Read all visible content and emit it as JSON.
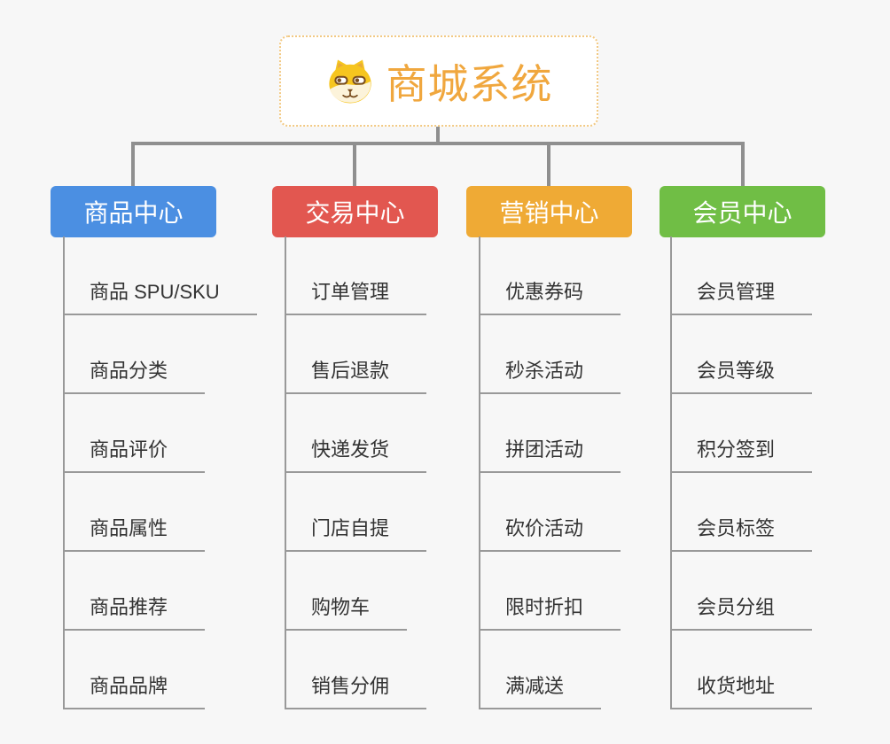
{
  "root": {
    "title": "商城系统",
    "icon": "dog-face-icon",
    "title_color": "#F0A73E",
    "border_color": "#F2C983",
    "background": "#FFFFFF"
  },
  "branches": [
    {
      "label": "商品中心",
      "color": "#4B8FE2",
      "leaves": [
        "商品 SPU/SKU",
        "商品分类",
        "商品评价",
        "商品属性",
        "商品推荐",
        "商品品牌"
      ]
    },
    {
      "label": "交易中心",
      "color": "#E25750",
      "leaves": [
        "订单管理",
        "售后退款",
        "快递发货",
        "门店自提",
        "购物车",
        "销售分佣"
      ]
    },
    {
      "label": "营销中心",
      "color": "#EFAA35",
      "leaves": [
        "优惠券码",
        "秒杀活动",
        "拼团活动",
        "砍价活动",
        "限时折扣",
        "满减送"
      ]
    },
    {
      "label": "会员中心",
      "color": "#70BE45",
      "leaves": [
        "会员管理",
        "会员等级",
        "积分签到",
        "会员标签",
        "会员分组",
        "收货地址"
      ]
    }
  ],
  "style": {
    "connector_color": "#8F8F8F",
    "leaf_line_color": "#999999",
    "page_background": "#F7F7F7"
  }
}
